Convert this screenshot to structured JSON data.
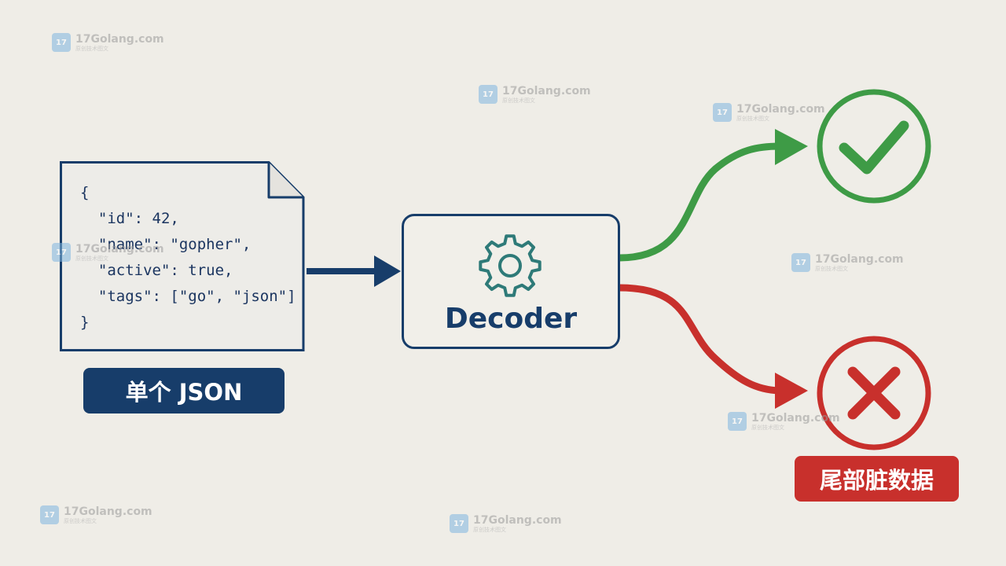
{
  "json_doc": {
    "lines": [
      "{",
      "  \"id\": 42,",
      "  \"name\": \"gopher\",",
      "  \"active\": true,",
      "  \"tags\": [\"go\", \"json\"]",
      "}"
    ]
  },
  "labels": {
    "single_json": "单个 JSON",
    "trailing_dirty": "尾部脏数据"
  },
  "decoder": {
    "label": "Decoder",
    "icon": "gear-icon"
  },
  "outcomes": {
    "success_icon": "check-circle-icon",
    "failure_icon": "x-circle-icon"
  },
  "watermark": {
    "logo_text": "17",
    "site": "17Golang.com",
    "subtitle": "原创技术图文"
  },
  "colors": {
    "navy": "#173d6a",
    "green": "#3e9b46",
    "red": "#c8302c",
    "teal": "#2e7a78",
    "background": "#efede7"
  }
}
